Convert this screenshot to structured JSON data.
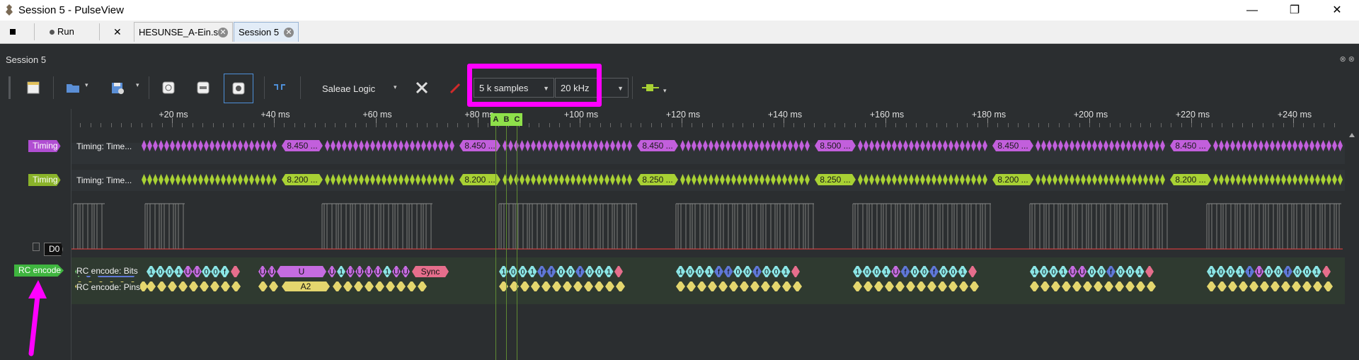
{
  "window": {
    "title": "Session 5 - PulseView",
    "icons": [
      "app-icon",
      "minimize-icon",
      "maximize-icon",
      "close-icon"
    ]
  },
  "tabbar": {
    "run_label": "Run",
    "tabs": [
      {
        "label": "HESUNSE_A-Ein.sr"
      },
      {
        "label": "Session 5"
      }
    ]
  },
  "session_label": "Session 5",
  "toolbar": {
    "device": "Saleae Logic",
    "samples": "5 k samples",
    "rate": "20 kHz"
  },
  "ruler": {
    "labels": [
      "+20 ms",
      "+40 ms",
      "+60 ms",
      "+80 ms",
      "+100 ms",
      "+120 ms",
      "+140 ms",
      "+160 ms",
      "+180 ms",
      "+200 ms",
      "+220 ms",
      "+240 ms"
    ],
    "ms_values": [
      20,
      40,
      60,
      80,
      100,
      120,
      140,
      160,
      180,
      200,
      220,
      240
    ]
  },
  "markers": [
    {
      "label": "A",
      "ms": 83.5
    },
    {
      "label": "B",
      "ms": 85.6
    },
    {
      "label": "C",
      "ms": 87.7
    }
  ],
  "traces": {
    "timing1": {
      "label": "Timing",
      "row_text": "Timing: Time...",
      "color": "#c25fdc",
      "values": [
        "8.450 ...",
        "8.450 ...",
        "8.450 ...",
        "8.500 ...",
        "8.450 ...",
        "8.450 ..."
      ]
    },
    "timing2": {
      "label": "Timing",
      "row_text": "Timing: Time...",
      "color": "#a8d134",
      "values": [
        "8.200 ...",
        "8.200 ...",
        "8.250 ...",
        "8.250 ...",
        "8.200 ...",
        "8.200 ..."
      ]
    },
    "d0": {
      "label": "D0"
    },
    "rc": {
      "label": "RC encode",
      "bits_row": "RC encode: Bits",
      "pins_row": "RC encode: Pins",
      "frame1": {
        "bits": [
          "1",
          "0",
          "0",
          "1",
          "U",
          "U",
          "0",
          "0",
          "f"
        ],
        "extra": [
          "U",
          "U",
          "U",
          "1",
          "U",
          "U",
          "U",
          "U",
          "1",
          "U",
          "U"
        ],
        "wide": "U",
        "sync": "Sync",
        "pins_label": "A2"
      },
      "frames": [
        [
          "1",
          "0",
          "0",
          "1",
          "f",
          "f",
          "0",
          "0",
          "f",
          "0",
          "0",
          "1"
        ],
        [
          "1",
          "0",
          "0",
          "1",
          "f",
          "f",
          "0",
          "0",
          "f",
          "0",
          "0",
          "1"
        ],
        [
          "1",
          "0",
          "0",
          "1",
          "U",
          "f",
          "0",
          "0",
          "f",
          "0",
          "0",
          "1"
        ],
        [
          "1",
          "0",
          "0",
          "1",
          "U",
          "U",
          "0",
          "0",
          "f",
          "0",
          "0",
          "1"
        ],
        [
          "1",
          "0",
          "0",
          "1",
          "f",
          "U",
          "0",
          "0",
          "f",
          "0",
          "0",
          "1"
        ]
      ]
    }
  }
}
